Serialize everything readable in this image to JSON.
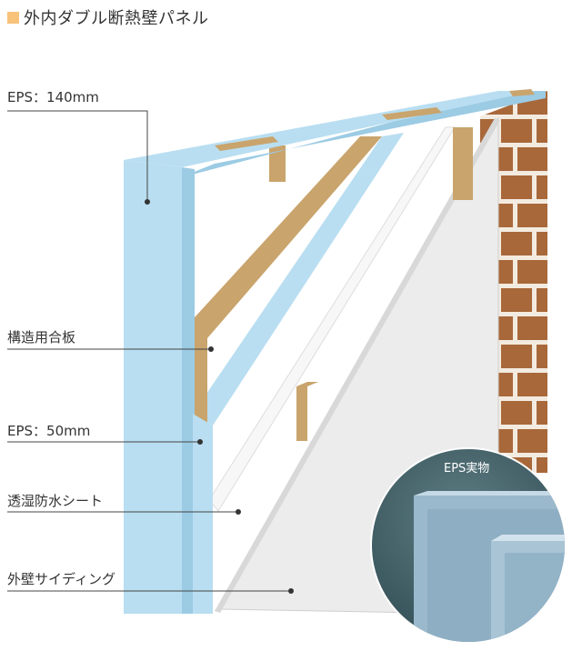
{
  "header": {
    "title": "外内ダブル断熱壁パネル",
    "accent_color": "#f7c27a"
  },
  "labels": [
    {
      "key": "eps140",
      "text": "EPS：140mm"
    },
    {
      "key": "plywood",
      "text": "構造用合板"
    },
    {
      "key": "eps50",
      "text": "EPS：50mm"
    },
    {
      "key": "membrane",
      "text": "透湿防水シート"
    },
    {
      "key": "siding",
      "text": "外壁サイディング"
    }
  ],
  "inset": {
    "label": "EPS実物"
  },
  "colors": {
    "eps": "#b9def1",
    "eps_dark": "#9ccbe4",
    "wood": "#c9a46c",
    "brick": "#a8683a",
    "mortar": "#f3ebe0",
    "siding": "#ececec",
    "leader": "#444444"
  }
}
